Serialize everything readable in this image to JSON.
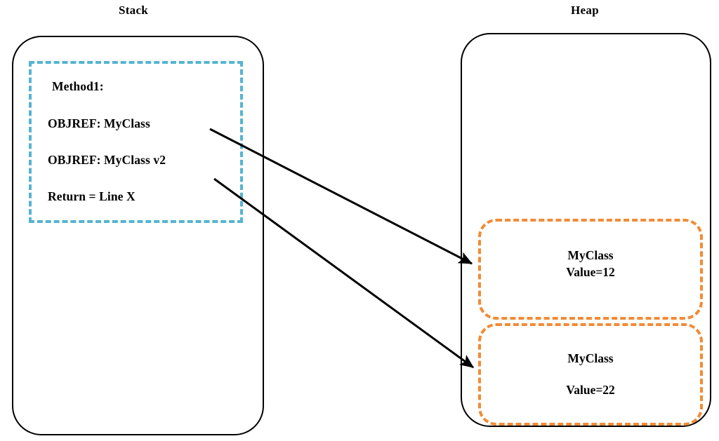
{
  "diagram": {
    "title_stack": "Stack",
    "title_heap": "Heap",
    "colors": {
      "region_border": "#000000",
      "stack_frame_dash": "#55B4D0",
      "heap_object_dash": "#F18B36",
      "arrow": "#000000",
      "background": "#FFFFFF"
    }
  },
  "stack": {
    "label": "Stack",
    "frame": {
      "method_label": "Method1:",
      "lines": [
        "OBJREF: MyClass",
        "OBJREF: MyClass v2",
        "Return = Line X"
      ]
    }
  },
  "heap": {
    "label": "Heap",
    "objects": [
      {
        "class_name": "MyClass",
        "value_label": "Value=12"
      },
      {
        "class_name": "MyClass",
        "value_label": "Value=22"
      }
    ]
  },
  "arrows": [
    {
      "name": "objref-1-to-heap-object-1",
      "from": "OBJREF: MyClass",
      "to": "MyClass Value=12"
    },
    {
      "name": "objref-2-to-heap-object-2",
      "from": "OBJREF: MyClass v2",
      "to": "MyClass Value=22"
    }
  ]
}
